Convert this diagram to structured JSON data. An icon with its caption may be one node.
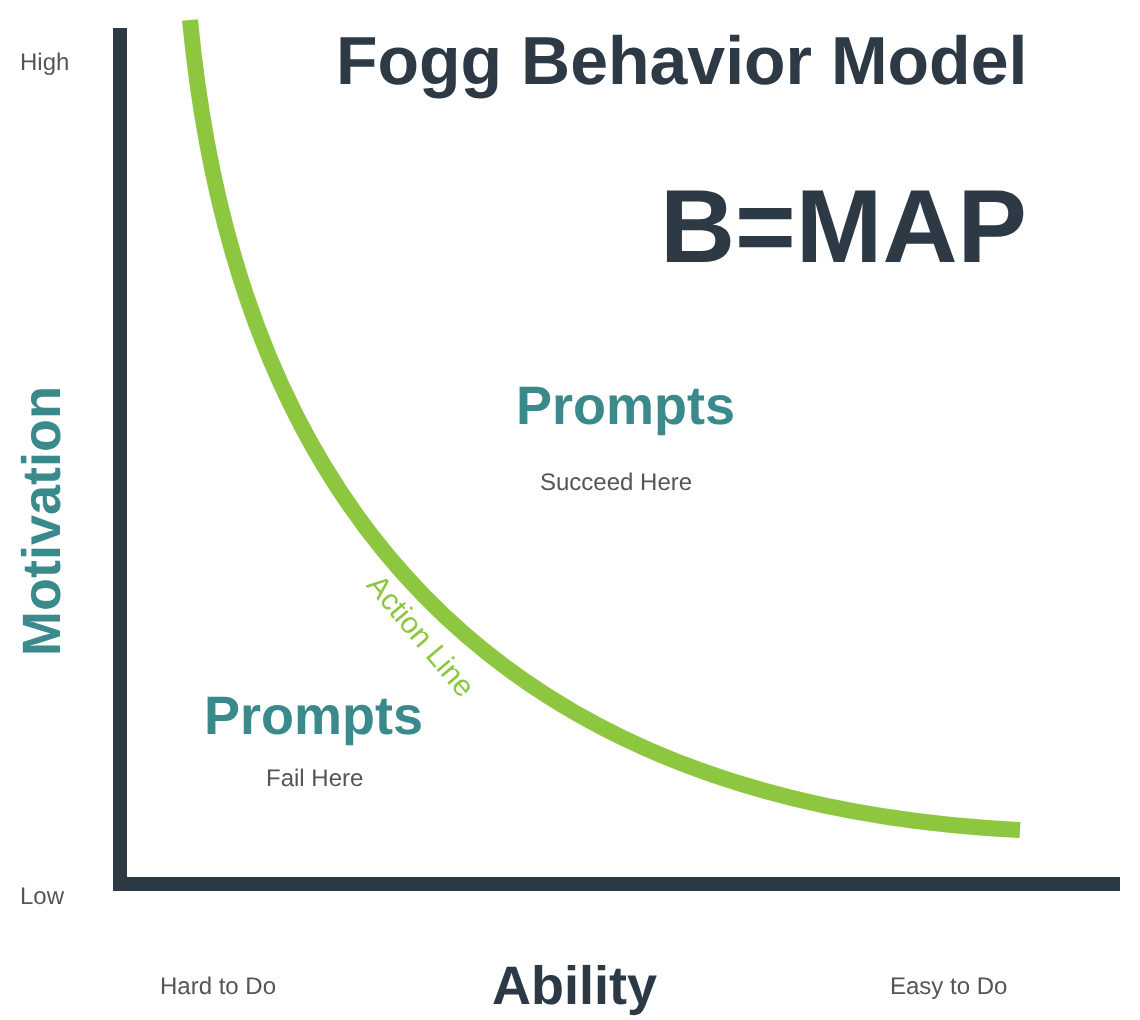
{
  "diagram": {
    "title": "Fogg Behavior Model",
    "labels": [
      "High",
      "B=MAP",
      "Prompts",
      "Succeed Here",
      "Motivation",
      "Action Line",
      "Prompts",
      "Fail Here",
      "Low",
      "Hard to Do",
      "Ability",
      "Easy to Do"
    ]
  }
}
